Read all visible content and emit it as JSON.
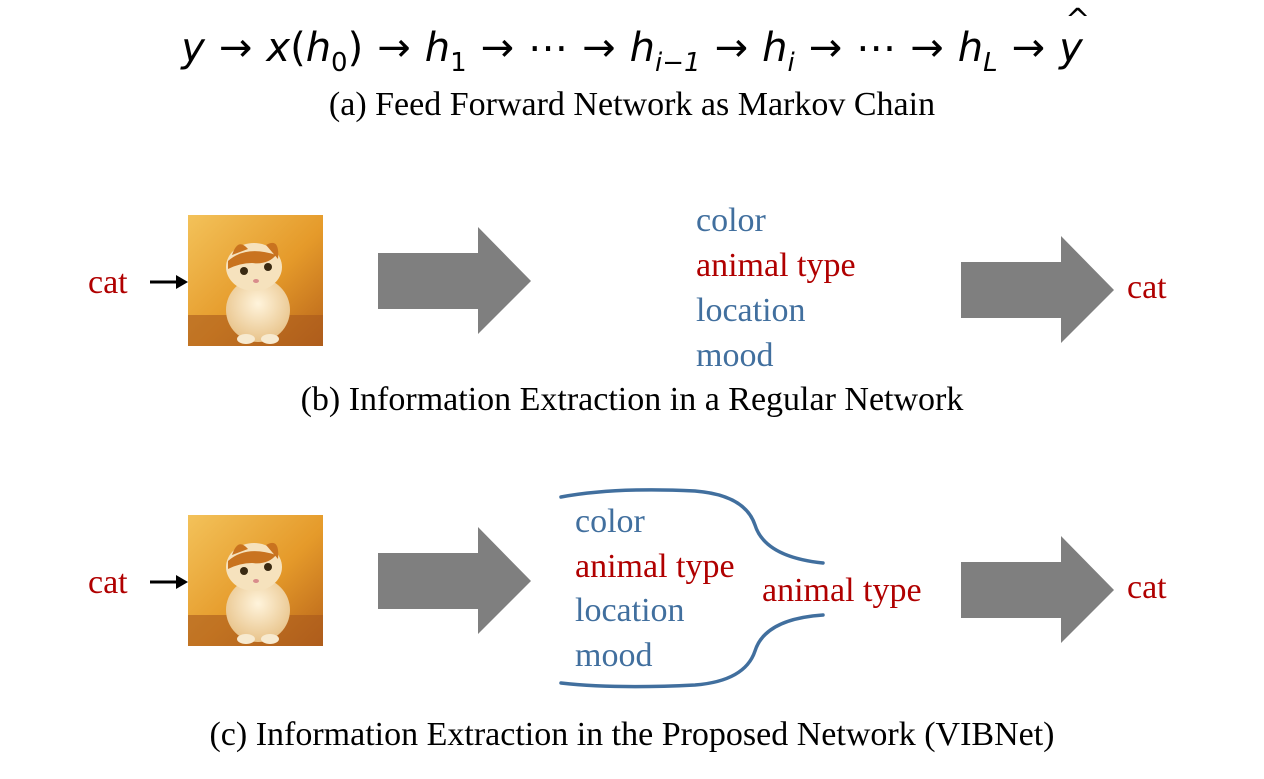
{
  "equation": {
    "y": "y",
    "x": "x",
    "h": "h",
    "sub_0": "0",
    "sub_1": "1",
    "sub_i_minus_1": "i−1",
    "sub_i": "i",
    "sub_L": "L",
    "y_hat": "y",
    "arrow": "→",
    "ellipsis": "⋯",
    "lparen": "(",
    "rparen": ")"
  },
  "captions": {
    "a": "(a) Feed Forward Network as Markov Chain",
    "b": "(b) Information Extraction in a Regular Network",
    "c": "(c) Information Extraction in the Proposed Network (VIBNet)"
  },
  "panel_b": {
    "input_label": "cat",
    "features": [
      "color",
      "animal type",
      "location",
      "mood"
    ],
    "output_label": "cat"
  },
  "panel_c": {
    "input_label": "cat",
    "features": [
      "color",
      "animal type",
      "location",
      "mood"
    ],
    "bottleneck_label": "animal type",
    "output_label": "cat"
  },
  "colors": {
    "red": "#b00000",
    "blue": "#416f9e",
    "arrow_gray": "#7f7f7f",
    "brace_blue": "#416f9e"
  }
}
